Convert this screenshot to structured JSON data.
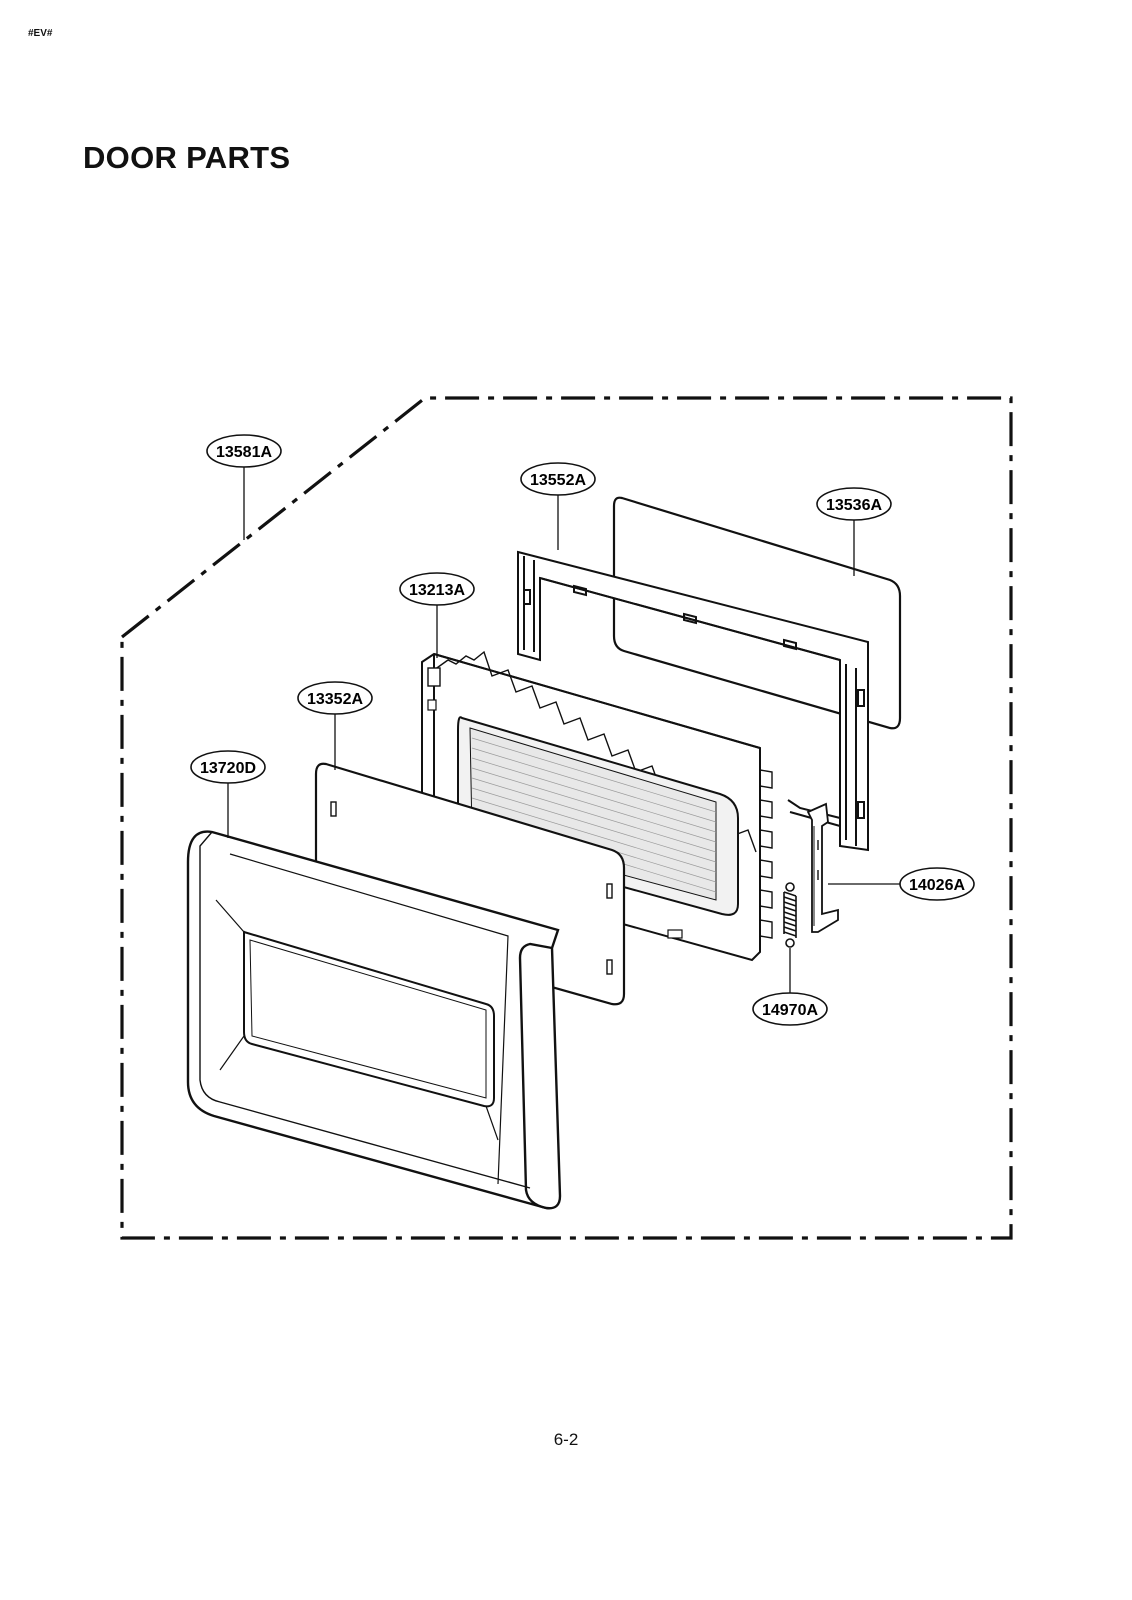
{
  "document": {
    "code": "#EV#",
    "title": "DOOR PARTS",
    "page_number": "6-2"
  },
  "callouts": {
    "c13581A": "13581A",
    "c13552A": "13552A",
    "c13536A": "13536A",
    "c13213A": "13213A",
    "c13352A": "13352A",
    "c13720D": "13720D",
    "c14026A": "14026A",
    "c14970A": "14970A"
  }
}
